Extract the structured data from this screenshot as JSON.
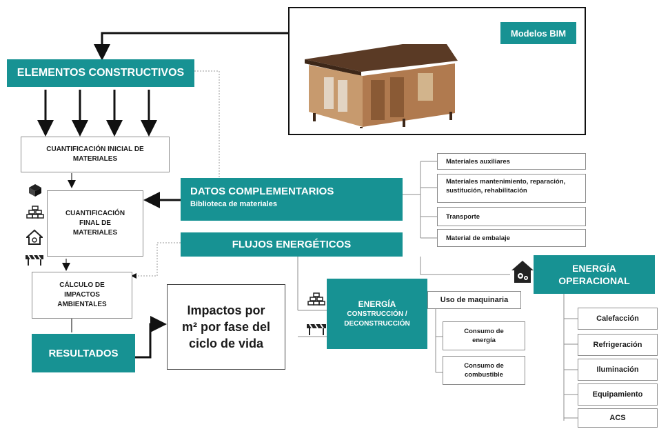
{
  "bim": {
    "label": "Modelos BIM"
  },
  "elementos": {
    "title": "ELEMENTOS CONSTRUCTIVOS"
  },
  "cuant_inicial": {
    "label": "CUANTIFICACIÓN INICIAL DE MATERIALES"
  },
  "cuant_final": {
    "label": "CUANTIFICACIÓN FINAL DE MATERIALES"
  },
  "calculo": {
    "label": "CÁLCULO DE IMPACTOS AMBIENTALES"
  },
  "resultados": {
    "label": "RESULTADOS"
  },
  "impactos": {
    "label": "Impactos por m² por fase del ciclo de vida"
  },
  "datos": {
    "title": "DATOS COMPLEMENTARIOS",
    "subtitle": "Biblioteca de materiales"
  },
  "datos_items": [
    "Materiales auxiliares",
    "Materiales mantenimiento, reparación, sustitución, rehabilitación",
    "Transporte",
    "Material de embalaje"
  ],
  "flujos": {
    "title": "FLUJOS ENERGÉTICOS"
  },
  "energia_construccion": {
    "line1": "ENERGÍA",
    "line2": "CONSTRUCCIÓN / DECONSTRUCCIÓN"
  },
  "maquinaria": {
    "label": "Uso de maquinaria"
  },
  "maquinaria_items": [
    "Consumo de energía",
    "Consumo de combustible"
  ],
  "energia_operacional": {
    "title": "ENERGÍA OPERACIONAL"
  },
  "operacional_items": [
    "Calefacción",
    "Refrigeración",
    "Iluminación",
    "Equipamiento",
    "ACS"
  ],
  "colors": {
    "teal": "#179293",
    "line": "#8c8c8c",
    "arrow": "#111111"
  },
  "icons": [
    "cube-stack-icon",
    "brick-wall-icon",
    "house-gear-icon",
    "barrier-icon"
  ]
}
